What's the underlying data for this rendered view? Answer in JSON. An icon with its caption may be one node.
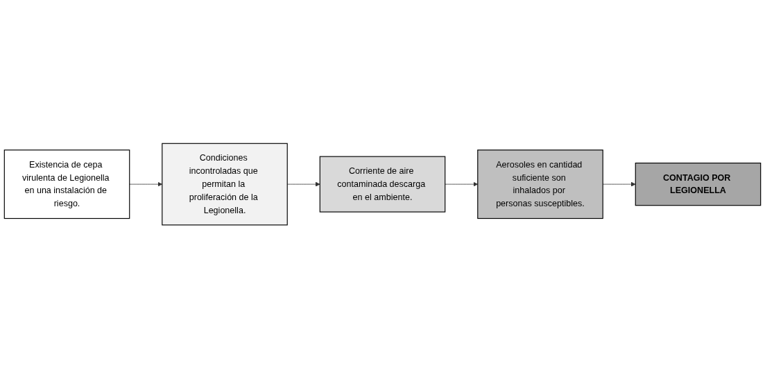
{
  "diagram": {
    "nodes": [
      {
        "text": [
          "Existencia de cepa virulenta de Legionella en una instalación de riesgo."
        ]
      },
      {
        "text": [
          "Condiciones incontroladas que permitan la proliferación de la Legionella."
        ]
      },
      {
        "text": [
          "Corriente de aire contaminada descarga en el ambiente."
        ]
      },
      {
        "text": [
          "Aerosoles en cantidad suficiente son inhalados por personas susceptibles."
        ]
      },
      {
        "text": [
          "CONTAGIO POR LEGIONELLA"
        ]
      }
    ],
    "edges": [
      {
        "from": 0,
        "to": 1,
        "arrow": "to"
      },
      {
        "from": 1,
        "to": 2,
        "arrow": "to"
      },
      {
        "from": 2,
        "to": 3,
        "arrow": "to"
      },
      {
        "from": 3,
        "to": 4,
        "arrow": "to"
      }
    ]
  }
}
